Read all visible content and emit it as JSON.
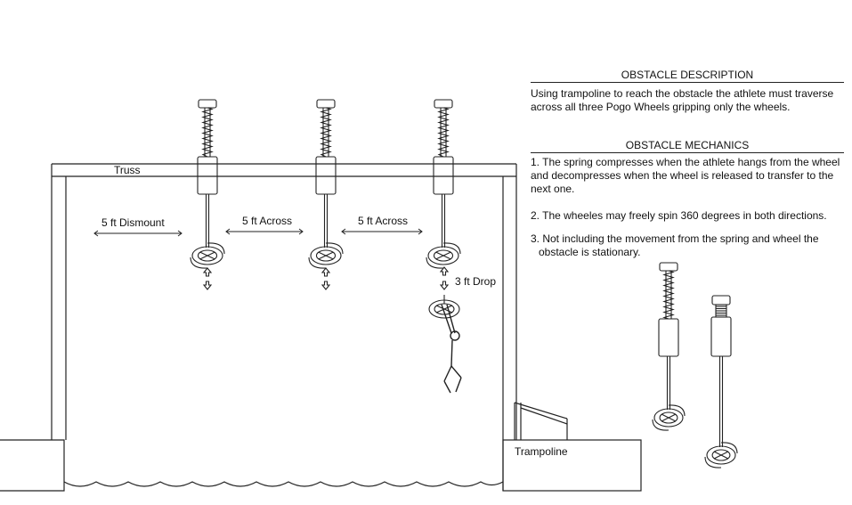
{
  "labels": {
    "truss": "Truss",
    "dismount": "5 ft Dismount",
    "across_1": "5 ft Across",
    "across_2": "5 ft Across",
    "drop": "3 ft Drop",
    "trampoline": "Trampoline"
  },
  "description": {
    "heading": "OBSTACLE DESCRIPTION",
    "text": "Using trampoline to reach the obstacle the athlete must traverse across all three Pogo Wheels gripping only the wheels."
  },
  "mechanics": {
    "heading": "OBSTACLE MECHANICS",
    "items": [
      "1. The spring compresses when the athlete hangs from the wheel and decompresses when the wheel is released to transfer to the next one.",
      "2. The wheeles may freely spin 360 degrees in both directions.",
      "3. Not including the movement from the spring and wheel the obstacle is stationary."
    ]
  },
  "icons": [
    "spring-icon",
    "pogo-wheel-icon",
    "up-down-arrow-icon",
    "stick-figure-icon",
    "rotation-arrow-icon"
  ]
}
